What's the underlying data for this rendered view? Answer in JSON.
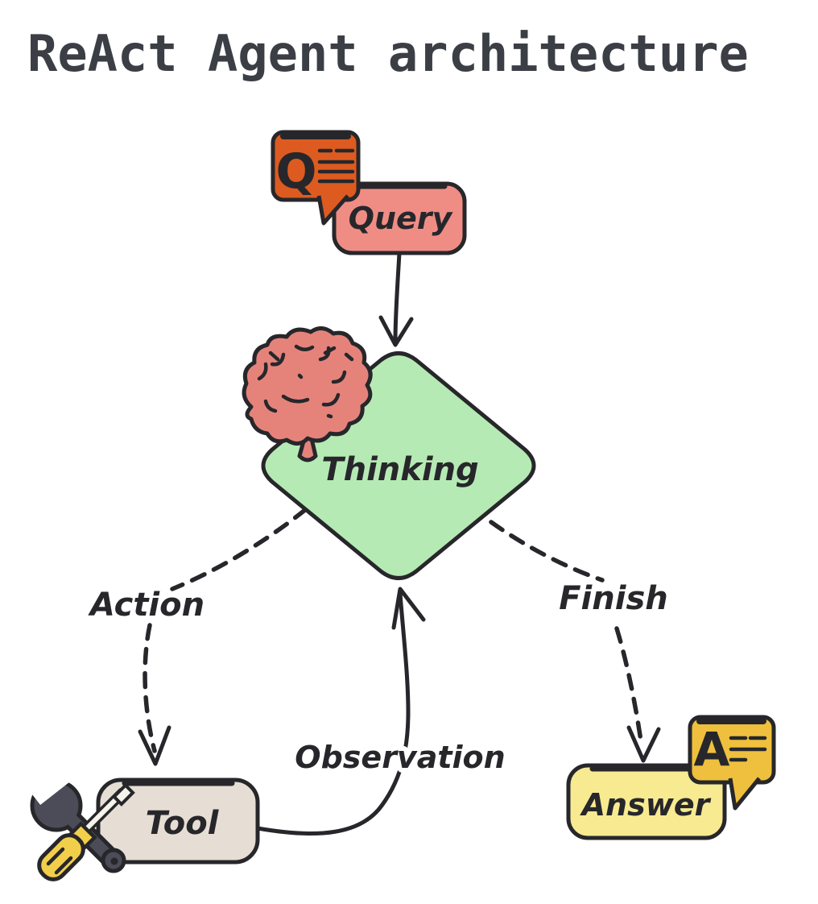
{
  "title": {
    "text": "ReAct Agent architecture"
  },
  "theme": {
    "ink": "#27272b",
    "bg": "#ffffff",
    "title": "#3b3f45",
    "halo": "#ffffff"
  },
  "nodes": {
    "query": {
      "label": "Query",
      "fill": "#ef8d85"
    },
    "thinking": {
      "label": "Thinking",
      "fill": "#b6eab4"
    },
    "tool": {
      "label": "Tool",
      "fill": "#e6ded4"
    },
    "answer": {
      "label": "Answer",
      "fill": "#f7ea90"
    }
  },
  "edges": {
    "query_to_thinking": {
      "style": "solid-arrow"
    },
    "action": {
      "label": "Action",
      "style": "dashed-arrow"
    },
    "finish": {
      "label": "Finish",
      "style": "dashed-arrow"
    },
    "observation": {
      "label": "Observation",
      "style": "solid-curved-arrow"
    }
  },
  "icons": {
    "question_bubble": {
      "letter": "Q",
      "fill": "#dd5b20"
    },
    "answer_bubble": {
      "letter": "A",
      "fill": "#eec03d"
    },
    "brain": {
      "fill": "#e5837b"
    },
    "tools": {
      "wrench": "#4c4c58",
      "screwdriver_handle": "#f2cf4a",
      "screwdriver_shaft": "#f6f3ea"
    }
  }
}
